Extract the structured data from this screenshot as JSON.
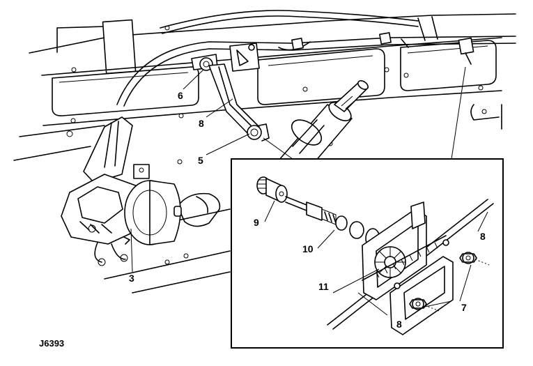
{
  "figure": {
    "reference": "J6393",
    "callouts": {
      "c3": "3",
      "c5": "5",
      "c6": "6",
      "c7": "7",
      "c8a": "8",
      "c8b": "8",
      "c8c": "8",
      "c9": "9",
      "c10": "10",
      "c11": "11"
    }
  }
}
